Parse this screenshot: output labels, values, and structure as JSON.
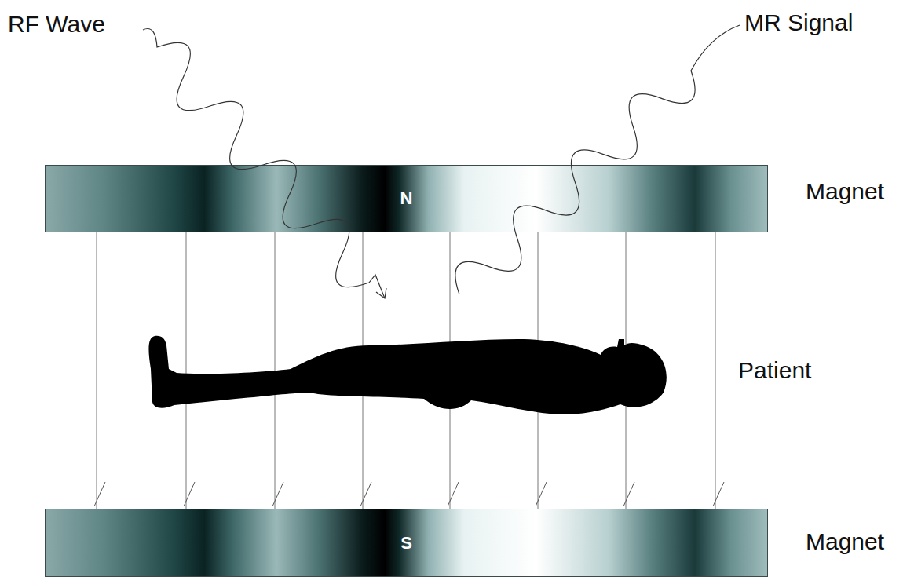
{
  "diagram": {
    "nodes": [
      {
        "text": [
          "N",
          "Magnet"
        ]
      },
      {
        "text": [
          "S",
          "Magnet"
        ]
      }
    ],
    "edges": [
      {
        "from": 0,
        "to": 1,
        "arrow": "none"
      },
      {
        "from": 0,
        "to": 1,
        "arrow": "none"
      },
      {
        "from": 0,
        "to": 1,
        "arrow": "none"
      },
      {
        "from": 0,
        "to": 1,
        "arrow": "none"
      },
      {
        "from": 0,
        "to": 1,
        "arrow": "none"
      },
      {
        "from": 0,
        "to": 1,
        "arrow": "none"
      },
      {
        "from": 0,
        "to": 1,
        "arrow": "none"
      },
      {
        "from": 0,
        "to": 1,
        "arrow": "none"
      }
    ],
    "labels": [
      "RF Wave",
      "MR Signal",
      "Patient"
    ]
  }
}
